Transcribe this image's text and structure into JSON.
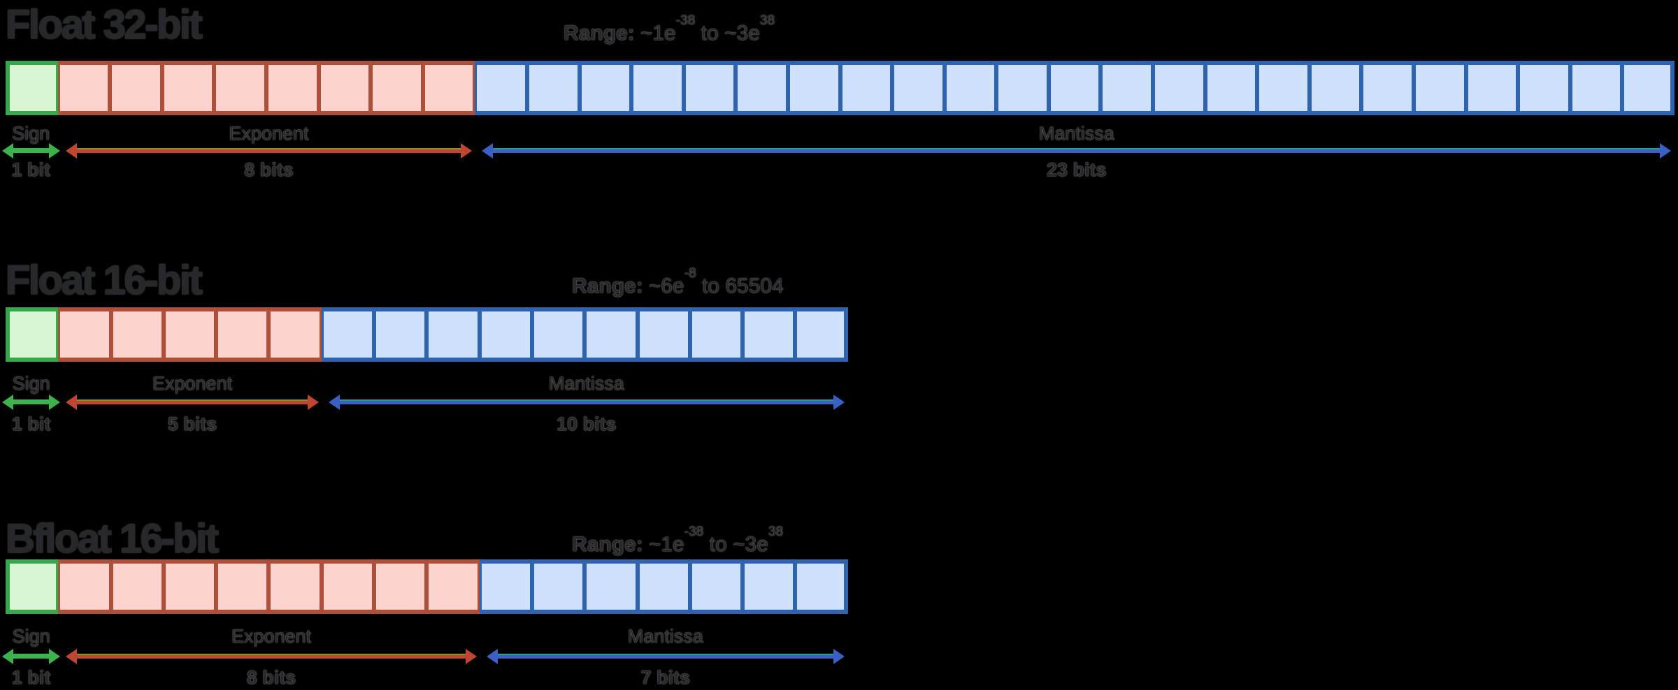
{
  "colors": {
    "text": "#26282b",
    "sign_border": "#34a84b",
    "sign_fill": "#d9f6d3",
    "sign_arrow": "#3cb34c",
    "exponent_border": "#ad4f39",
    "exponent_fill": "#fdd3cf",
    "exponent_arrow": "#bf4630",
    "mantissa_border": "#2e63b0",
    "mantissa_fill": "#cfe0fb",
    "mantissa_arrow": "#3b5fc4"
  },
  "sections": [
    {
      "id": "float32",
      "title": "Float 32-bit",
      "range": {
        "label": "Range:",
        "parts": [
          {
            "text": "~1e"
          },
          {
            "sup": "-38"
          },
          {
            "text": " to ~3e"
          },
          {
            "sup": "38"
          }
        ]
      },
      "total_bits": 32,
      "fields": [
        {
          "key": "sign",
          "label": "Sign",
          "bits_label": "1 bit",
          "bits": 1
        },
        {
          "key": "exponent",
          "label": "Exponent",
          "bits_label": "8 bits",
          "bits": 8
        },
        {
          "key": "mantissa",
          "label": "Mantissa",
          "bits_label": "23 bits",
          "bits": 23
        }
      ]
    },
    {
      "id": "float16",
      "title": "Float 16-bit",
      "range": {
        "label": "Range:",
        "parts": [
          {
            "text": "~6e"
          },
          {
            "sup": "-8"
          },
          {
            "text": " to 65504"
          }
        ]
      },
      "total_bits": 16,
      "fields": [
        {
          "key": "sign",
          "label": "Sign",
          "bits_label": "1 bit",
          "bits": 1
        },
        {
          "key": "exponent",
          "label": "Exponent",
          "bits_label": "5 bits",
          "bits": 5
        },
        {
          "key": "mantissa",
          "label": "Mantissa",
          "bits_label": "10 bits",
          "bits": 10
        }
      ]
    },
    {
      "id": "bfloat16",
      "title": "Bfloat 16-bit",
      "range": {
        "label": "Range:",
        "parts": [
          {
            "text": "~1e"
          },
          {
            "sup": "-38"
          },
          {
            "text": " to ~3e"
          },
          {
            "sup": "38"
          }
        ]
      },
      "total_bits": 16,
      "fields": [
        {
          "key": "sign",
          "label": "Sign",
          "bits_label": "1 bit",
          "bits": 1
        },
        {
          "key": "exponent",
          "label": "Exponent",
          "bits_label": "8 bits",
          "bits": 8
        },
        {
          "key": "mantissa",
          "label": "Mantissa",
          "bits_label": "7 bits",
          "bits": 7
        }
      ]
    }
  ]
}
